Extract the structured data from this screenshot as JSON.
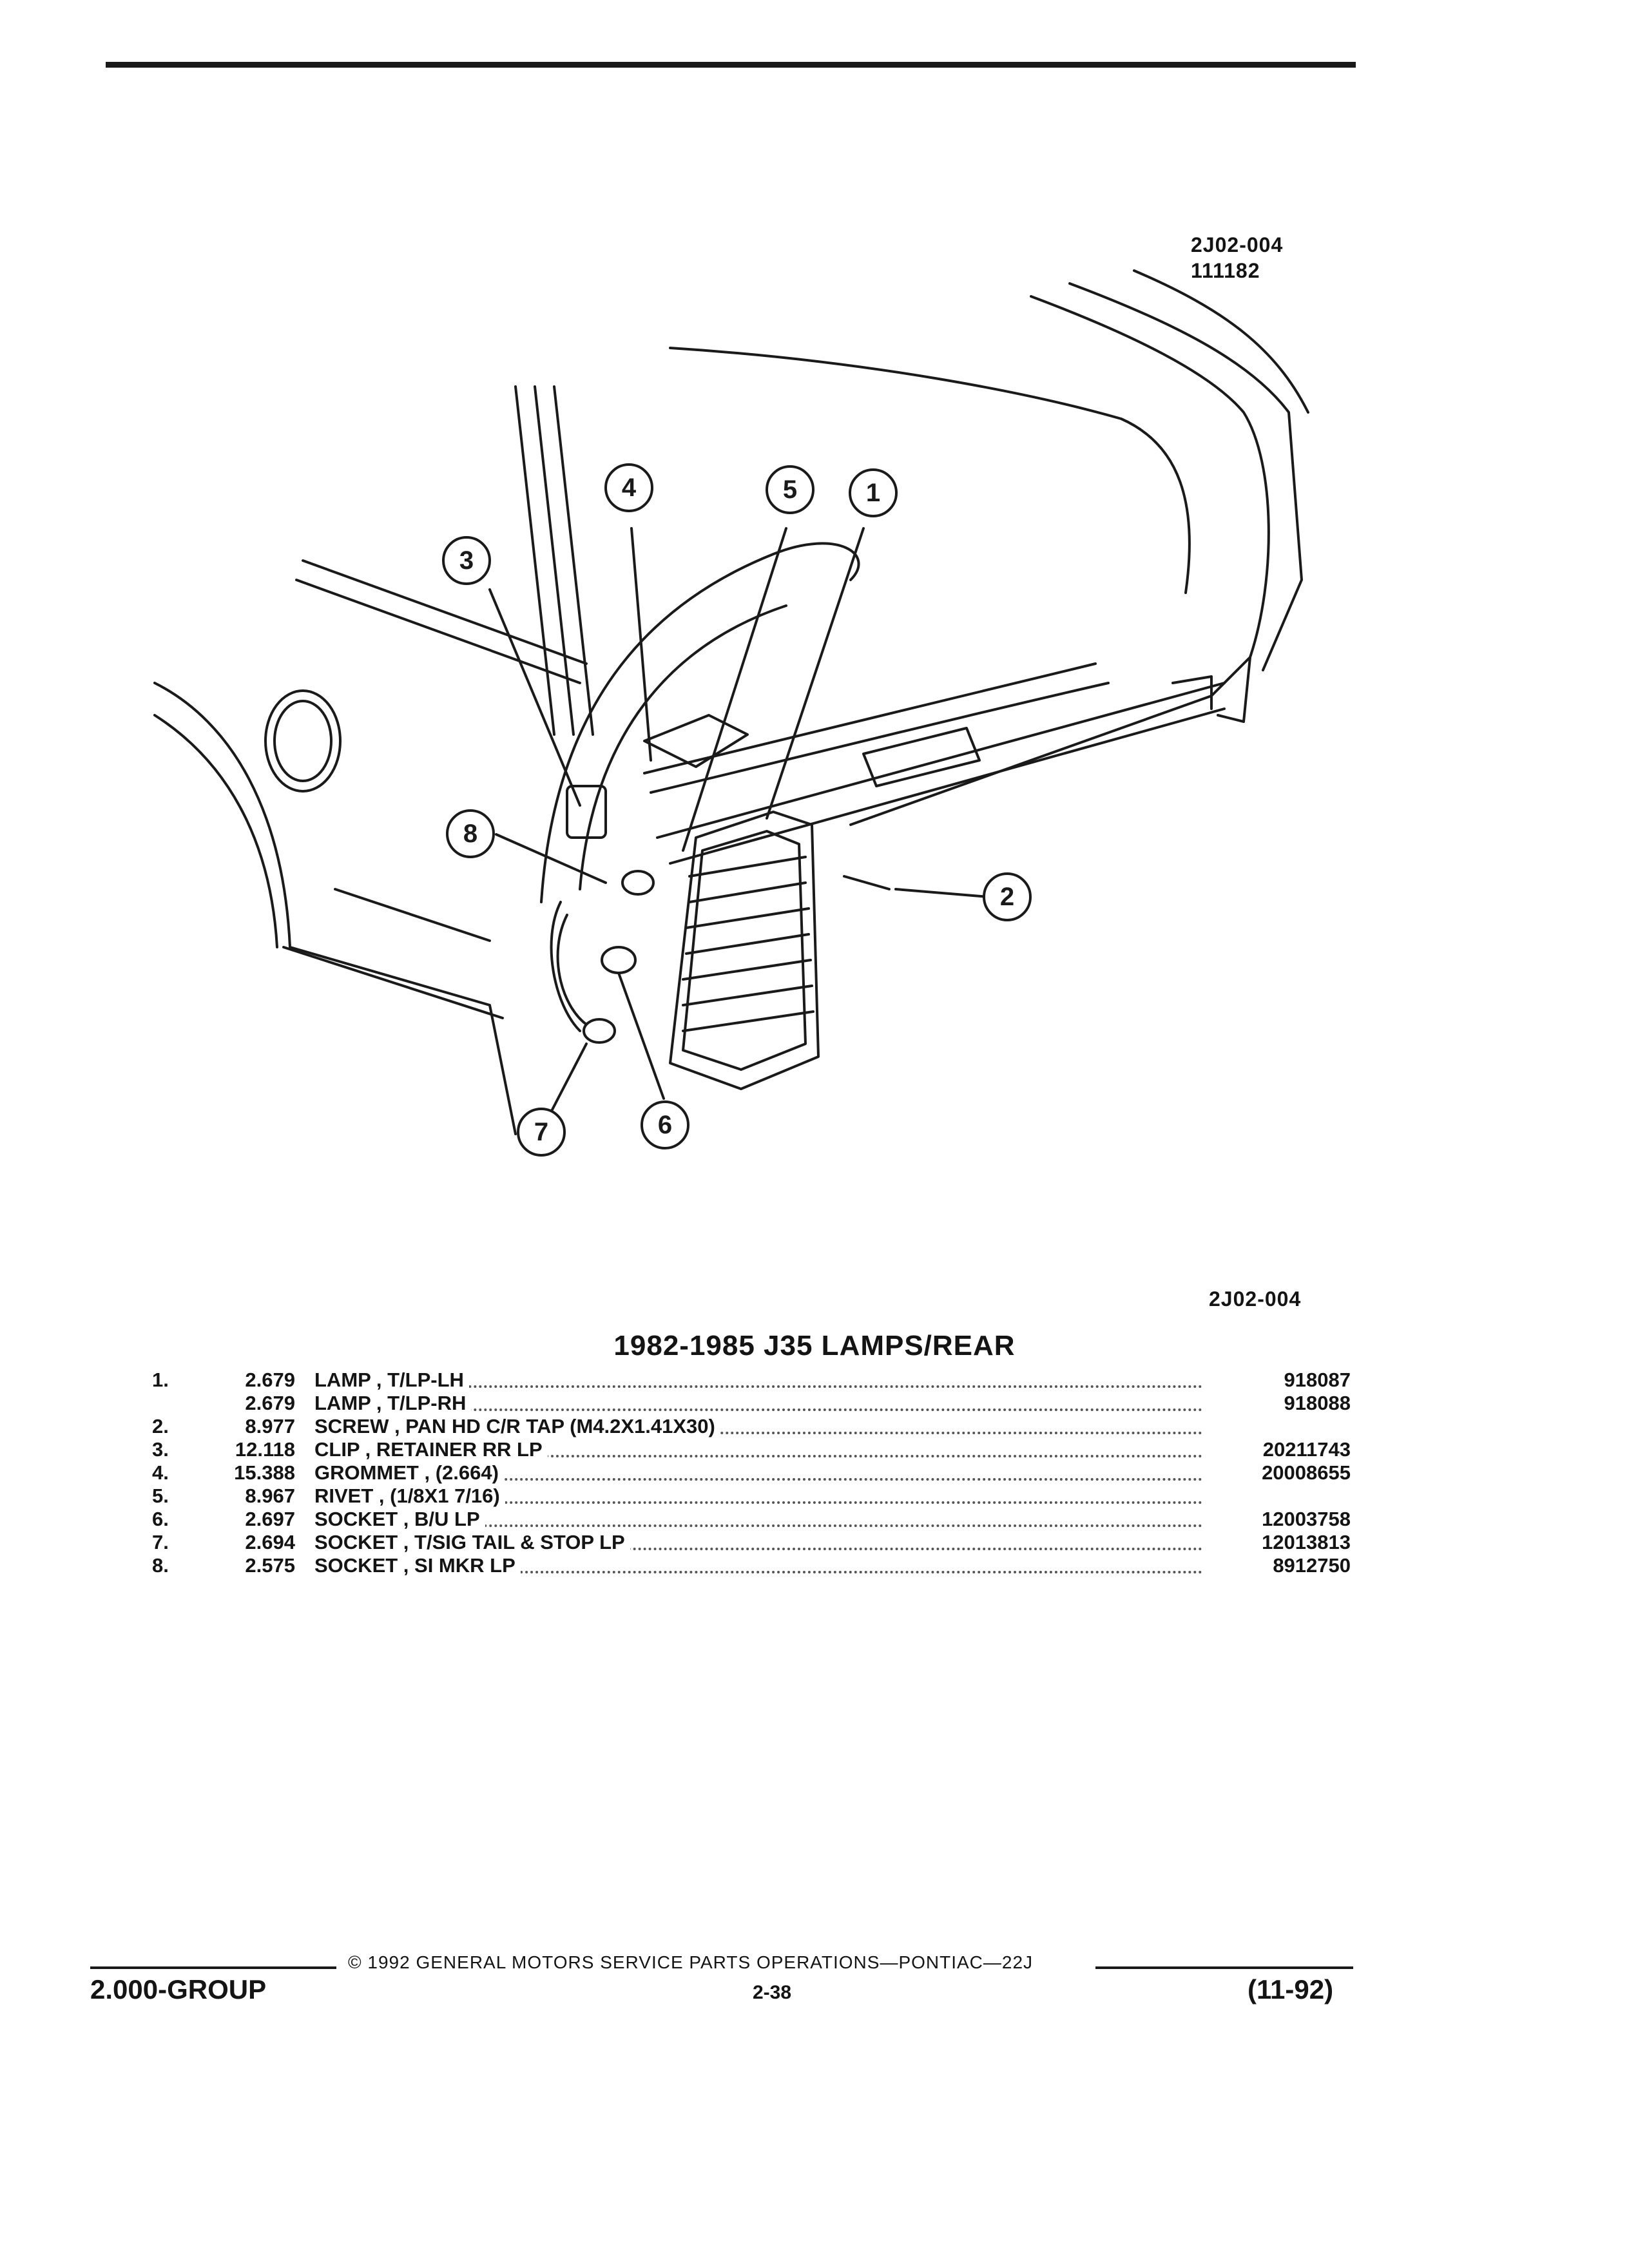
{
  "figure": {
    "code_top": "2J02-004",
    "date_code": "111182",
    "code_bottom": "2J02-004",
    "callouts": [
      "1",
      "2",
      "3",
      "4",
      "5",
      "6",
      "7",
      "8"
    ]
  },
  "parts": {
    "title": "1982-1985 J35 LAMPS/REAR",
    "items": [
      {
        "num": "1.",
        "ref": "2.679",
        "desc": "LAMP , T/LP-LH",
        "pn": "918087"
      },
      {
        "num": "",
        "ref": "2.679",
        "desc": "LAMP , T/LP-RH",
        "pn": "918088"
      },
      {
        "num": "2.",
        "ref": "8.977",
        "desc": "SCREW , PAN HD C/R TAP (M4.2X1.41X30)",
        "pn": ""
      },
      {
        "num": "3.",
        "ref": "12.118",
        "desc": "CLIP , RETAINER RR LP",
        "pn": "20211743"
      },
      {
        "num": "4.",
        "ref": "15.388",
        "desc": "GROMMET , (2.664)",
        "pn": "20008655"
      },
      {
        "num": "5.",
        "ref": "8.967",
        "desc": "RIVET , (1/8X1 7/16)",
        "pn": ""
      },
      {
        "num": "6.",
        "ref": "2.697",
        "desc": "SOCKET , B/U LP",
        "pn": "12003758"
      },
      {
        "num": "7.",
        "ref": "2.694",
        "desc": "SOCKET , T/SIG TAIL & STOP LP",
        "pn": "12013813"
      },
      {
        "num": "8.",
        "ref": "2.575",
        "desc": "SOCKET , SI MKR LP",
        "pn": "8912750"
      }
    ]
  },
  "footer": {
    "copyright": "© 1992 GENERAL MOTORS SERVICE PARTS OPERATIONS—PONTIAC—22J",
    "group": "2.000-GROUP",
    "page": "2-38",
    "date": "(11-92)"
  }
}
